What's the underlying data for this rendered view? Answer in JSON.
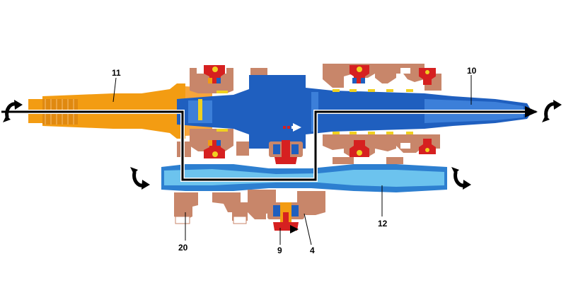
{
  "callouts": [
    {
      "id": "c11",
      "text": "11"
    },
    {
      "id": "c10",
      "text": "10"
    },
    {
      "id": "c12",
      "text": "12"
    },
    {
      "id": "c20",
      "text": "20"
    },
    {
      "id": "c9",
      "text": "9"
    },
    {
      "id": "c4",
      "text": "4"
    }
  ],
  "colors": {
    "input_shaft": "#f39c12",
    "main_shaft": "#1f5fbf",
    "main_shaft_light": "#3c7fd9",
    "countershaft": "#6cc3ee",
    "countershaft_dark": "#2d7fd0",
    "gear": "#c8866a",
    "synchronizer": "#d62020",
    "bearing_yellow": "#f0d020",
    "power_flow": "#000000"
  },
  "icons": [
    "rotation-arrow-icon",
    "shift-direction-arrow-icon"
  ]
}
